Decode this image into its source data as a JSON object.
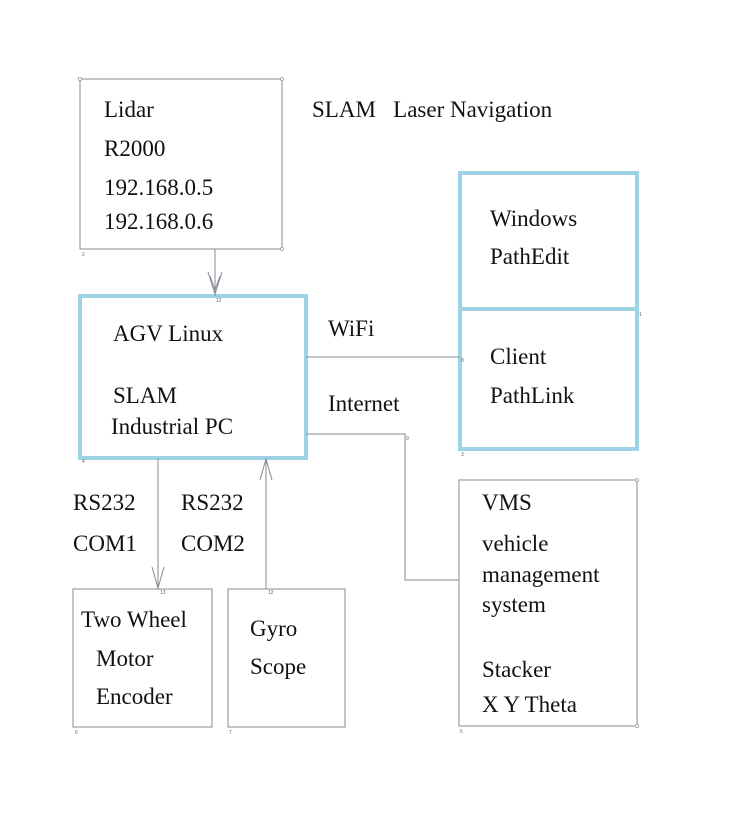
{
  "title": "SLAM   Laser Navigation",
  "nodes": {
    "lidar": {
      "lines": [
        "Lidar",
        "R2000",
        "192.168.0.5",
        "192.168.0.6"
      ],
      "tag": "2"
    },
    "agv": {
      "lines": [
        "AGV Linux",
        "SLAM",
        "Industrial PC"
      ],
      "tag": "4"
    },
    "windows": {
      "lines": [
        "Windows",
        "PathEdit"
      ],
      "tag": "1"
    },
    "client": {
      "lines": [
        "Client",
        "PathLink"
      ],
      "tag": "3"
    },
    "vms": {
      "lines": [
        "VMS",
        "vehicle",
        "management",
        "system",
        "Stacker",
        "X Y Theta"
      ],
      "tag": "5"
    },
    "motor": {
      "lines": [
        "Two Wheel",
        "Motor",
        "Encoder"
      ],
      "tag": "6"
    },
    "gyro": {
      "lines": [
        "Gyro",
        "Scope"
      ],
      "tag": "7"
    }
  },
  "edges": {
    "lidar_agv": {
      "tag": "12"
    },
    "agv_client": {
      "label": "WiFi",
      "tag": "8"
    },
    "agv_vms": {
      "label": "Internet",
      "tag": "9"
    },
    "agv_motor": {
      "label": [
        "RS232",
        "COM1"
      ],
      "tag": "13"
    },
    "gyro_agv": {
      "label": [
        "RS232",
        "COM2"
      ],
      "tag": "12"
    }
  },
  "colors": {
    "thin_border": "#8a8a96",
    "highlight_border": "#9ed3e6",
    "text": "#111111"
  }
}
